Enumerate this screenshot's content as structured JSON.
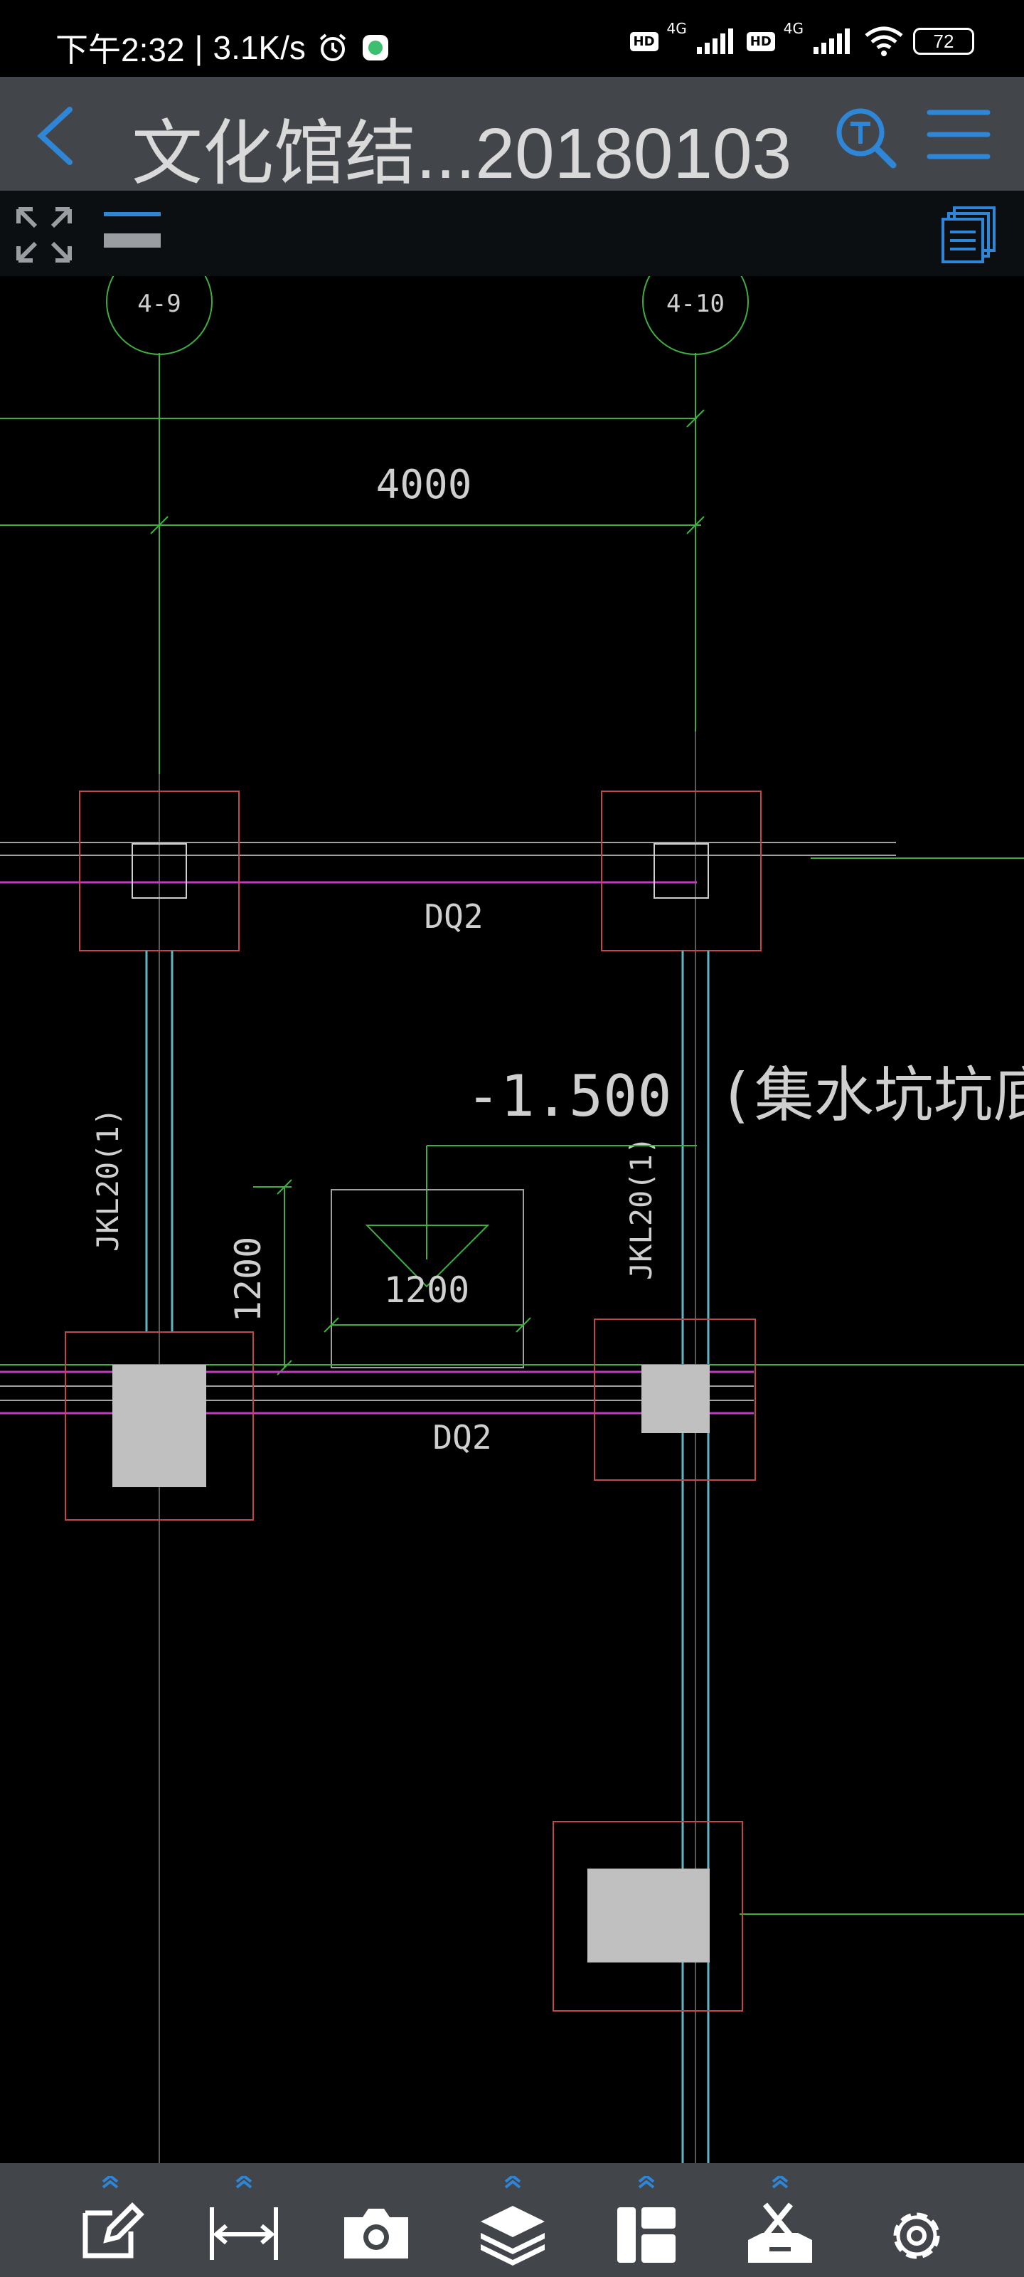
{
  "status_bar": {
    "time": "下午2:32",
    "separator": "|",
    "speed": "3.1K/s",
    "hd1": "HD",
    "net1": "4G",
    "hd2": "HD",
    "net2": "4G",
    "battery": "72"
  },
  "title_bar": {
    "title": "文化馆结...20180103"
  },
  "drawing": {
    "axis_left": "4-9",
    "axis_right": "4-10",
    "dim_top": "4000",
    "wall_label_1": "DQ2",
    "wall_label_2": "DQ2",
    "beam_left": "JKL20(1)",
    "beam_right": "JKL20(1)",
    "elevation": "-1.500",
    "note": "(集水坑坑底",
    "pit_dim_vertical": "1200",
    "pit_dim_horizontal": "1200"
  },
  "colors": {
    "accent": "#2f86d6",
    "toolbar": "#42464b",
    "cad_green": "#3fae3f",
    "cad_magenta": "#c23ac2",
    "cad_red": "#c04848",
    "cad_cyan": "#5fb6c4"
  }
}
